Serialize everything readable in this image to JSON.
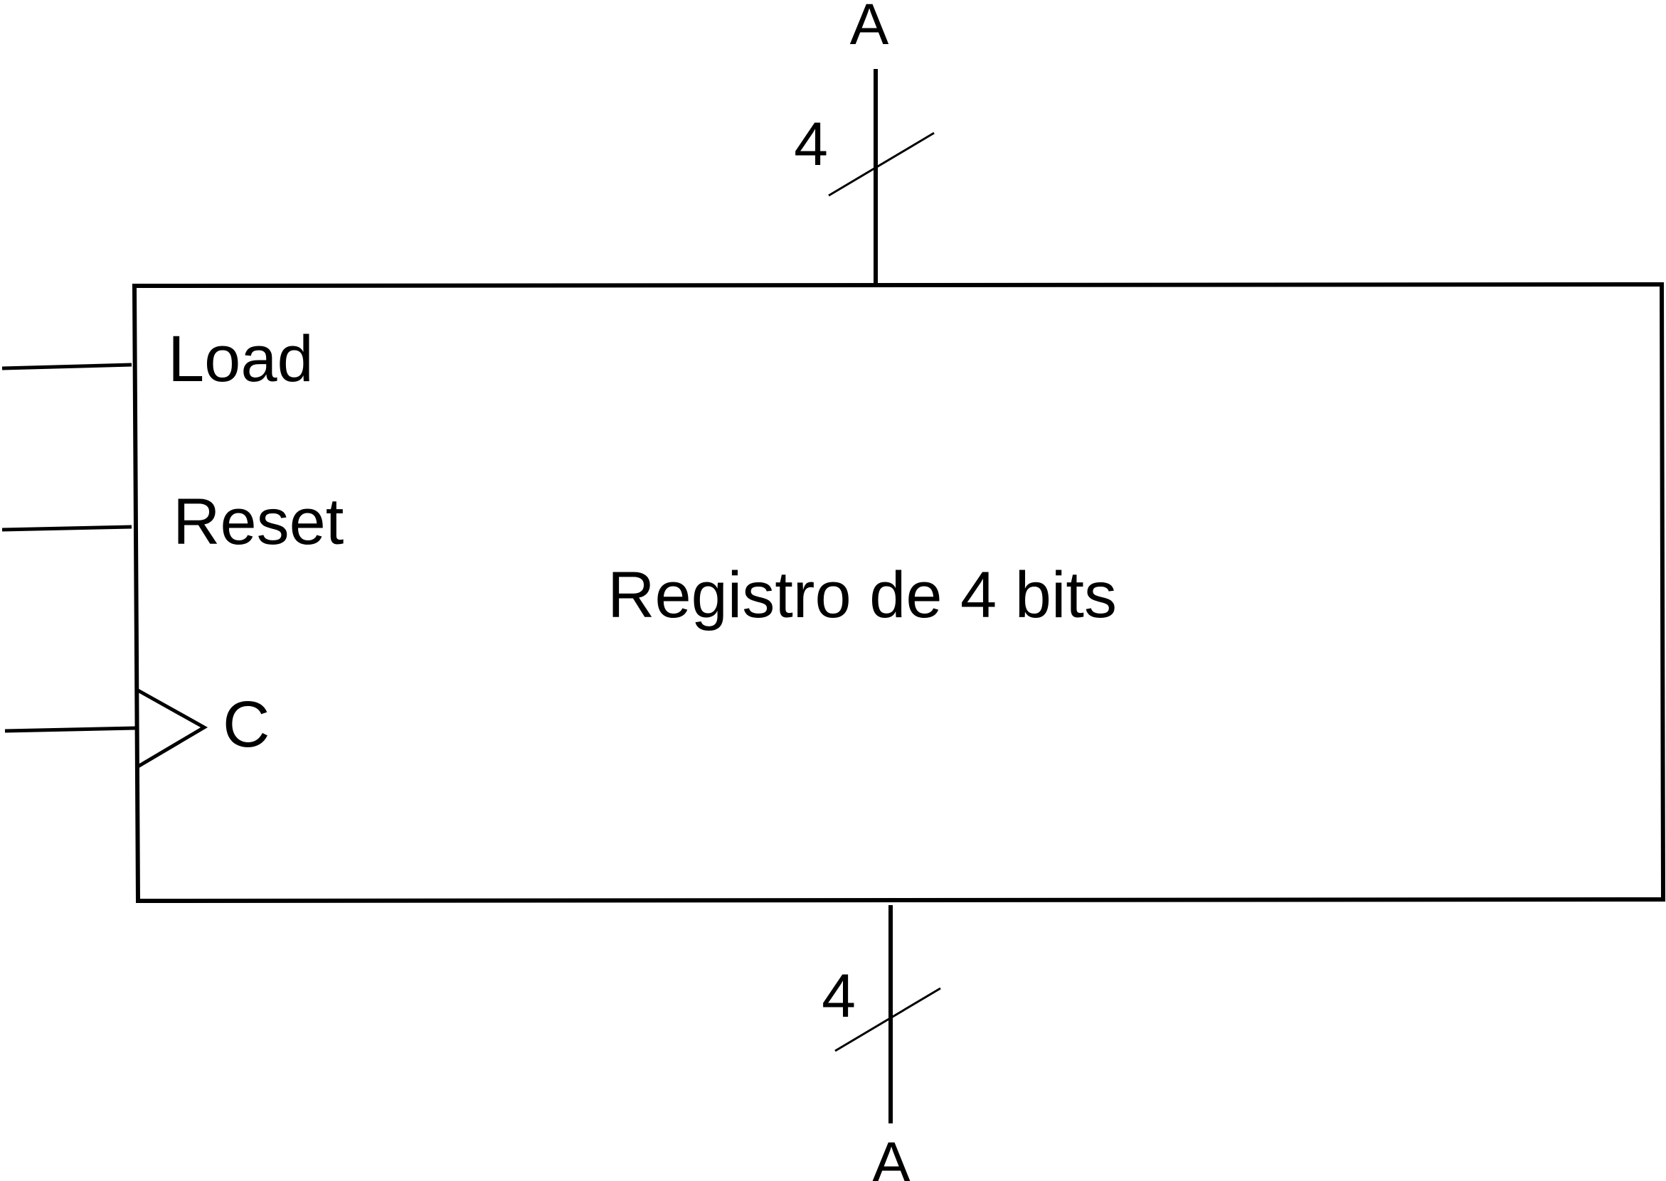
{
  "block": {
    "title": "Registro de 4 bits",
    "inputs": {
      "load": "Load",
      "reset": "Reset",
      "clock": "C"
    }
  },
  "bus_in": {
    "name": "A",
    "width": "4"
  },
  "bus_out": {
    "name": "A",
    "width": "4"
  },
  "colors": {
    "stroke": "#000000",
    "background": "#ffffff"
  }
}
